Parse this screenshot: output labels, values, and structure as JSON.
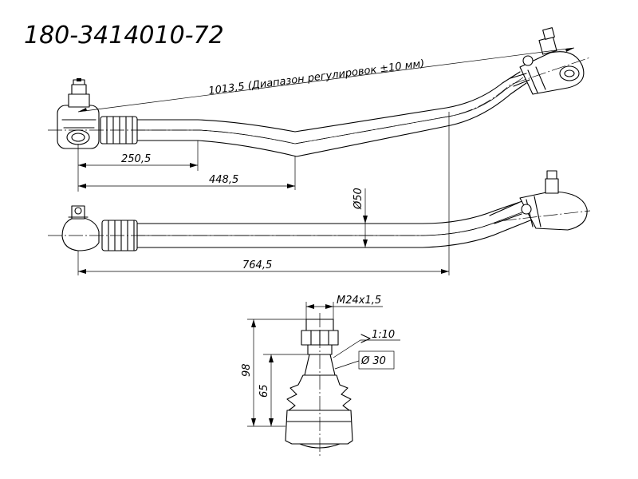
{
  "part_number": "180-3414010-72",
  "dimensions": {
    "total_length": "1013,5 (Диапазон регулировок ±10 мм)",
    "bend_start": "250,5",
    "bend_end": "448,5",
    "tube_diameter": "Ø50",
    "side_length": "764,5",
    "thread": "M24x1,5",
    "taper": "1:10",
    "pin_diameter": "Ø 30",
    "joint_height": "98",
    "pin_height": "65"
  }
}
